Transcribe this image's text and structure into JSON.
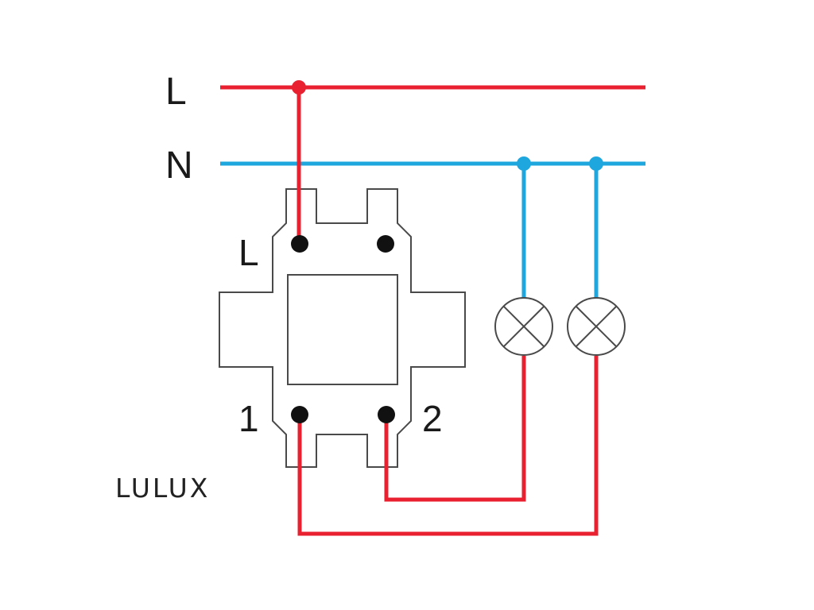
{
  "labels": {
    "line": "L",
    "neutral": "N",
    "terminal_l": "L",
    "terminal_1": "1",
    "terminal_2": "2",
    "brand": "LULUX"
  },
  "colors": {
    "live": "#e8202f",
    "neutral": "#1ea7de",
    "outline": "#4a4a4a",
    "terminal": "#111111"
  },
  "components": {
    "switch": "double-switch",
    "lamps": [
      "lamp-icon",
      "lamp-icon"
    ]
  }
}
